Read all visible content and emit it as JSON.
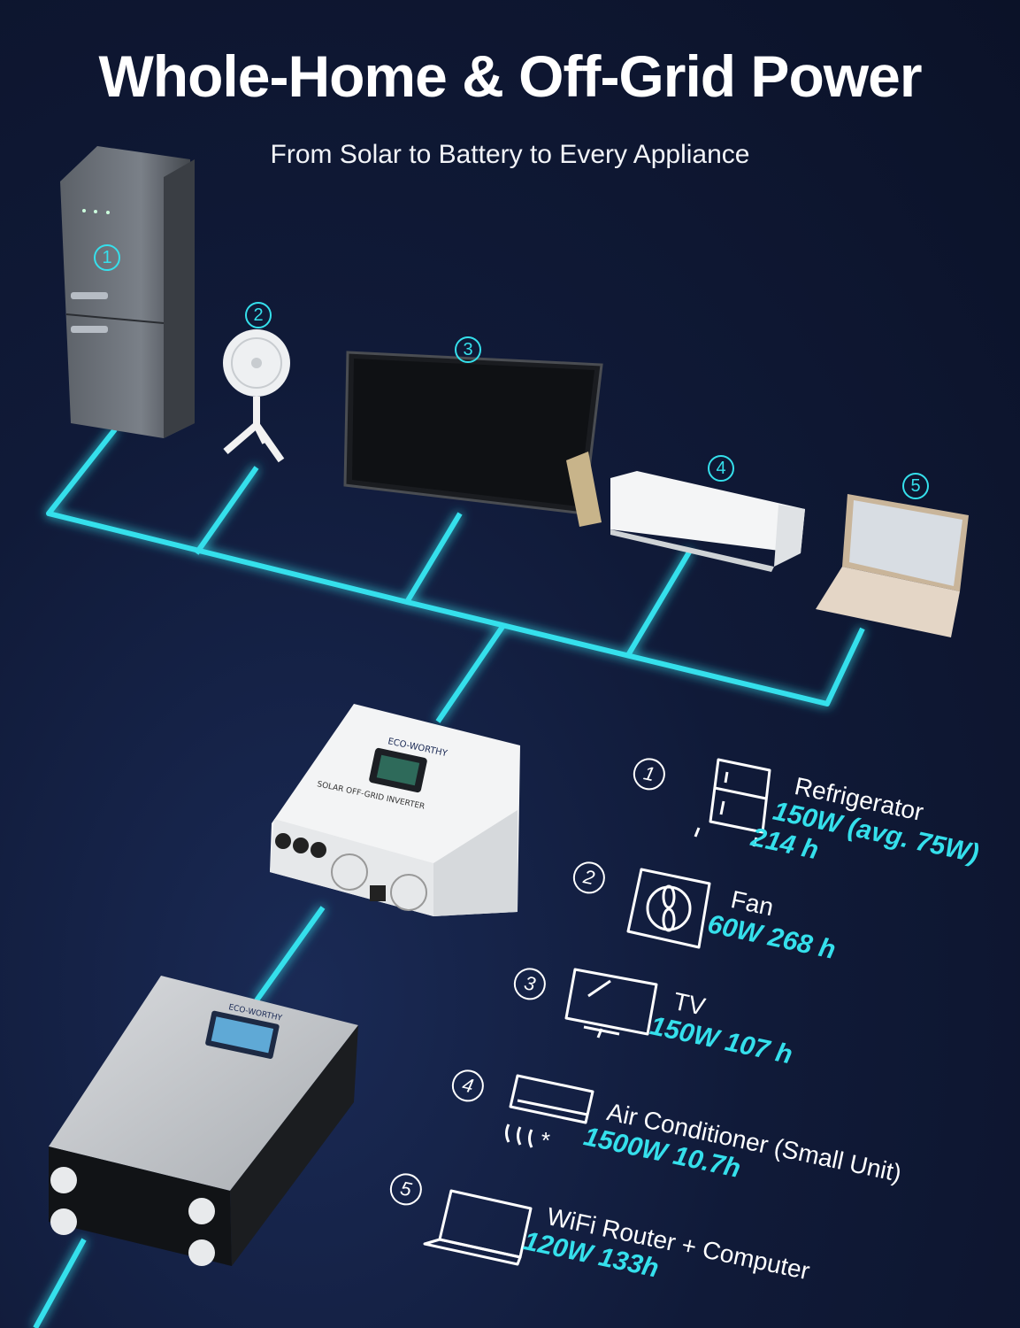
{
  "header": {
    "title": "Whole-Home & Off-Grid Power",
    "subtitle": "From Solar to Battery to Every Appliance"
  },
  "colors": {
    "accent": "#35e0ec",
    "background": "#0e1630"
  },
  "badges": [
    "1",
    "2",
    "3",
    "4",
    "5"
  ],
  "devices": {
    "inverter_brand": "ECO-WORTHY",
    "inverter_label": "SOLAR OFF-GRID INVERTER",
    "battery_brand": "ECO-WORTHY"
  },
  "appliances": [
    {
      "num": "1",
      "icon": "refrigerator-icon",
      "name": "Refrigerator",
      "watt": "150W (avg. 75W)",
      "hours": "214 h"
    },
    {
      "num": "2",
      "icon": "fan-icon",
      "name": "Fan",
      "watt": "60W 268 h",
      "hours": ""
    },
    {
      "num": "3",
      "icon": "tv-icon",
      "name": "TV",
      "watt": "150W 107 h",
      "hours": ""
    },
    {
      "num": "4",
      "icon": "air-conditioner-icon",
      "name": "Air Conditioner (Small Unit)",
      "watt": "1500W 10.7h",
      "hours": ""
    },
    {
      "num": "5",
      "icon": "laptop-icon",
      "name": "WiFi Router + Computer",
      "watt": "120W 133h",
      "hours": ""
    }
  ]
}
